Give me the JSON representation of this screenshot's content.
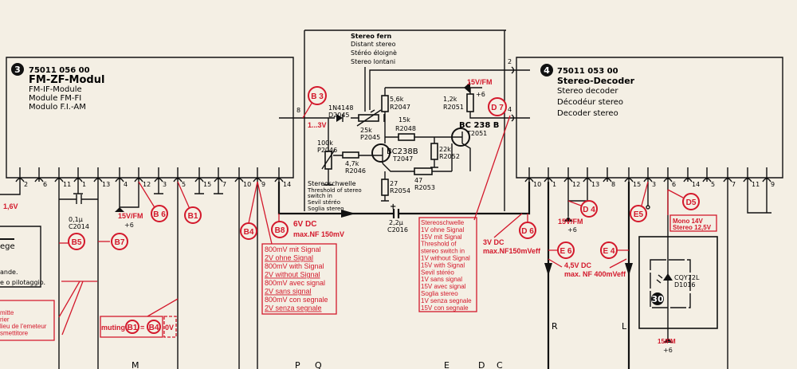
{
  "colors": {
    "ink": "#111111",
    "annotation_red": "#d3182b",
    "paper": "#f4efe4"
  },
  "module_fm_if": {
    "number": "3",
    "part_no": "75011 056 00",
    "title": "FM-ZF-Modul",
    "subtitles": [
      "FM-IF-Module",
      "Module FM-FI",
      "Modulo F.I.-AM"
    ],
    "pins": [
      "2",
      "6",
      "11",
      "1",
      "13",
      "4",
      "12",
      "3",
      "5",
      "15",
      "7",
      "10",
      "9",
      "14"
    ],
    "side_pin": "8"
  },
  "module_decoder": {
    "number": "4",
    "part_no": "75011 053 00",
    "title": "Stereo-Decoder",
    "subtitles": [
      "Stereo decoder",
      "Décodéur stereo",
      "Decoder stereo"
    ],
    "pins": [
      "10",
      "1",
      "12",
      "13",
      "8",
      "15",
      "3",
      "6",
      "14",
      "5",
      "7",
      "11",
      "9"
    ],
    "side_pins": [
      "2",
      "4"
    ]
  },
  "stereo_distant": [
    "Stereo fern",
    "Distant stereo",
    "Stéréo éloignè",
    "Stereo lontani"
  ],
  "components": {
    "d2045": [
      "1N4148",
      "D2045"
    ],
    "p2045": [
      "25k",
      "P2045"
    ],
    "p2046": [
      "100k",
      "P2046"
    ],
    "r2046": [
      "4,7k",
      "R2046"
    ],
    "r2047": [
      "5,6k",
      "R2047"
    ],
    "r2048": [
      "15k",
      "R2048"
    ],
    "r2051": [
      "1,2k",
      "R2051"
    ],
    "r2052": [
      "22k",
      "R2052"
    ],
    "r2053": [
      "47",
      "R2053"
    ],
    "r2054": [
      "27",
      "R2054"
    ],
    "t2047": [
      "BC238B",
      "T2047"
    ],
    "t2051": [
      "BC 238 B",
      "T2051"
    ],
    "c2016": [
      "2,2µ",
      "C2016",
      "+"
    ],
    "c2014": [
      "0,1µ",
      "C2014"
    ],
    "led": [
      "CQY72L",
      "D1016"
    ],
    "led_module": "30"
  },
  "threshold_label": [
    "Stereoschwelle",
    "Threshold of stereo",
    "switch in",
    "Sevil stéréo",
    "Soglia stereo"
  ],
  "supplies": {
    "s1": [
      "15V/FM",
      "+6"
    ],
    "s2": [
      "15V/FM",
      "+6"
    ],
    "s3": [
      "15V/FM",
      "+6"
    ],
    "s4": [
      "15/FM",
      "+6"
    ]
  },
  "markers": {
    "B3": "B 3",
    "B6": "B 6",
    "B1": "B1",
    "B4": "B4",
    "B8": "B8",
    "B5": "B5",
    "B7": "B7",
    "D7": "D 7",
    "D6": "D 6",
    "D4": "D 4",
    "D5": "D5",
    "E5": "E5",
    "E6": "E 6",
    "E4": "E 4"
  },
  "notes": {
    "b3": "1...3V",
    "v16": "1,6V",
    "b8": [
      "6V DC",
      "max.NF 150mV"
    ],
    "b4_box": [
      "800mV mit Signal",
      "2V ohne Signal",
      "800mV with Signal",
      "2V without Signal",
      "800mV avec signal",
      "2V sans signal",
      "800mV con segnale",
      "2V senza segnale"
    ],
    "d7_box": [
      "Stereoschwelle",
      "1V ohne Signal",
      "15V mit Signal",
      "Threshold of",
      "stereo switch in",
      "1V without Signal",
      "15V with Signal",
      "Sevil stéréo",
      "1V sans signal",
      "15V avec signal",
      "Soglia stereo",
      "1V senza segnale",
      "15V con segnale"
    ],
    "d6": [
      "3V DC",
      "max.NF150mVeff"
    ],
    "e6e4": [
      "4,5V DC",
      "max. NF 400mVeff"
    ],
    "d5": [
      "Mono    14V",
      "Stereo 12,5V"
    ],
    "muting": {
      "label": "muting",
      "eq": "=",
      "value": "0V"
    },
    "left_partial": [
      "ege",
      "ande.",
      "e o pilotaggio."
    ],
    "left_red_partial": [
      "mitte",
      "rier",
      "lieu de l'emeteur",
      "smettitore"
    ]
  },
  "channels": {
    "R": "R",
    "L": "L"
  },
  "grid_letters": [
    "M",
    "P",
    "Q",
    "E",
    "D",
    "C"
  ]
}
